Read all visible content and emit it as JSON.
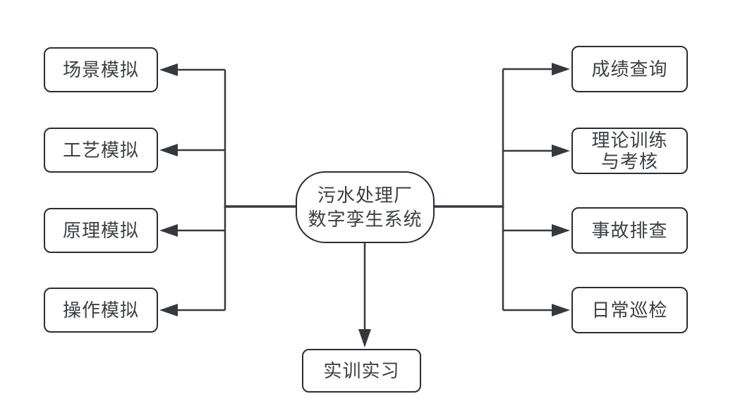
{
  "diagram": {
    "center_node": {
      "label": "污水处理厂\n数字孪生系统"
    },
    "left_nodes": [
      {
        "label": "场景模拟"
      },
      {
        "label": "工艺模拟"
      },
      {
        "label": "原理模拟"
      },
      {
        "label": "操作模拟"
      }
    ],
    "right_nodes": [
      {
        "label": "成绩查询"
      },
      {
        "label": "理论训练\n与考核"
      },
      {
        "label": "事故排查"
      },
      {
        "label": "日常巡检"
      }
    ],
    "bottom_node": {
      "label": "实训实习"
    },
    "colors": {
      "node_border": "#272e3a",
      "connector_line": "#353a3f",
      "arrowhead": "#35383c",
      "text": "#3c4043",
      "background": "#ffffff"
    }
  }
}
